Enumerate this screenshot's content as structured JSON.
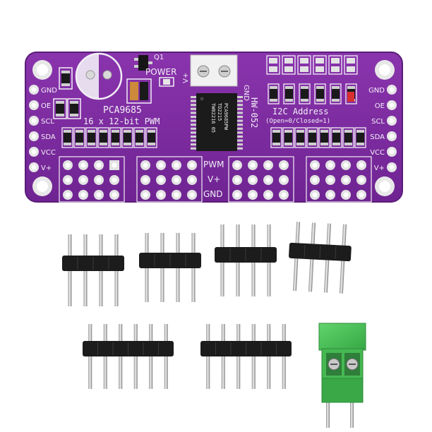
{
  "board": {
    "chip_name": "PCA9685",
    "subtitle": "16 x 12-bit PWM",
    "model": "HW-052",
    "q1": "Q1",
    "power": "POWER",
    "vplus": "V+",
    "gnd": "GND",
    "left_pins": [
      "GND",
      "OE",
      "SCL",
      "SDA",
      "VCC",
      "V+"
    ],
    "right_pins": [
      "GND",
      "OE",
      "SCL",
      "SDA",
      "VCC",
      "V+"
    ],
    "center_labels": [
      "PWM",
      "V+",
      "GND"
    ],
    "i2c_title": "I2C Address",
    "i2c_sub": "(Open=0/Closed=1)",
    "chip_marking": [
      "PCA9685PW",
      "TD2215",
      "TW02216 05"
    ]
  },
  "colors": {
    "pcb": "#7a2a9e",
    "silkscreen": "#f2eef6",
    "pad": "#d9d9d9",
    "header_plastic": "#1c1c1c",
    "terminal_block": "#4cc45a"
  },
  "accessories": {
    "pin_headers_short": 4,
    "pin_headers_6pin": 2,
    "terminal_blocks": 1
  }
}
